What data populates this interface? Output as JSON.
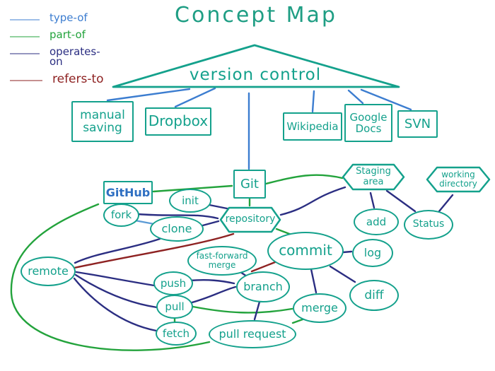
{
  "title": "Concept Map",
  "legend": {
    "items": [
      {
        "id": "type-of",
        "label": "type-of",
        "color": "#3c7dd0"
      },
      {
        "id": "part-of",
        "label": "part-of",
        "color": "#23a33c"
      },
      {
        "id": "operates-on",
        "label": "operates-on",
        "color": "#2b2e82"
      },
      {
        "id": "refers-to",
        "label": "refers-to",
        "color": "#8e2222"
      }
    ]
  },
  "nodes": {
    "version_control": {
      "label": "version control",
      "shape": "triangle"
    },
    "manual_saving": {
      "label": "manual saving",
      "shape": "rect"
    },
    "dropbox": {
      "label": "Dropbox",
      "shape": "rect"
    },
    "wikipedia": {
      "label": "Wikipedia",
      "shape": "rect"
    },
    "google_docs": {
      "label": "Google Docs",
      "shape": "rect"
    },
    "svn": {
      "label": "SVN",
      "shape": "rect"
    },
    "git": {
      "label": "Git",
      "shape": "rect"
    },
    "github": {
      "label": "GitHub",
      "shape": "rect"
    },
    "init": {
      "label": "init",
      "shape": "ellipse"
    },
    "fork": {
      "label": "fork",
      "shape": "ellipse"
    },
    "clone": {
      "label": "clone",
      "shape": "ellipse"
    },
    "repository": {
      "label": "repository",
      "shape": "hexagon"
    },
    "staging_area": {
      "label": "Staging area",
      "shape": "hexagon"
    },
    "working_directory": {
      "label": "working directory",
      "shape": "hexagon"
    },
    "add": {
      "label": "add",
      "shape": "ellipse"
    },
    "status": {
      "label": "Status",
      "shape": "ellipse"
    },
    "log": {
      "label": "log",
      "shape": "ellipse"
    },
    "diff": {
      "label": "diff",
      "shape": "ellipse"
    },
    "commit": {
      "label": "commit",
      "shape": "ellipse"
    },
    "merge": {
      "label": "merge",
      "shape": "ellipse"
    },
    "fast_forward_merge": {
      "label": "fast-forward merge",
      "shape": "ellipse"
    },
    "push": {
      "label": "push",
      "shape": "ellipse"
    },
    "pull": {
      "label": "pull",
      "shape": "ellipse"
    },
    "fetch": {
      "label": "fetch",
      "shape": "ellipse"
    },
    "branch": {
      "label": "branch",
      "shape": "ellipse"
    },
    "pull_request": {
      "label": "pull request",
      "shape": "ellipse"
    },
    "remote": {
      "label": "remote",
      "shape": "ellipse"
    }
  },
  "edges": [
    {
      "from": "manual_saving",
      "to": "version_control",
      "type": "type-of"
    },
    {
      "from": "dropbox",
      "to": "version_control",
      "type": "type-of"
    },
    {
      "from": "wikipedia",
      "to": "version_control",
      "type": "type-of"
    },
    {
      "from": "google_docs",
      "to": "version_control",
      "type": "type-of"
    },
    {
      "from": "svn",
      "to": "version_control",
      "type": "type-of"
    },
    {
      "from": "git",
      "to": "version_control",
      "type": "type-of"
    },
    {
      "from": "fork",
      "to": "clone",
      "type": "type-of"
    },
    {
      "from": "fork",
      "to": "github",
      "type": "part-of"
    },
    {
      "from": "git",
      "to": "github",
      "type": "part-of"
    },
    {
      "from": "repository",
      "to": "git",
      "type": "part-of"
    },
    {
      "from": "staging_area",
      "to": "git",
      "type": "part-of"
    },
    {
      "from": "commit",
      "to": "repository",
      "type": "part-of"
    },
    {
      "from": "fetch",
      "to": "pull",
      "type": "part-of"
    },
    {
      "from": "merge",
      "to": "pull",
      "type": "part-of"
    },
    {
      "from": "merge",
      "to": "pull_request",
      "type": "part-of"
    },
    {
      "from": "pull_request",
      "to": "github",
      "type": "part-of"
    },
    {
      "from": "init",
      "to": "repository",
      "type": "operates-on"
    },
    {
      "from": "fork",
      "to": "repository",
      "type": "operates-on"
    },
    {
      "from": "clone",
      "to": "repository",
      "type": "operates-on"
    },
    {
      "from": "clone",
      "to": "remote",
      "type": "operates-on"
    },
    {
      "from": "push",
      "to": "remote",
      "type": "operates-on"
    },
    {
      "from": "pull",
      "to": "remote",
      "type": "operates-on"
    },
    {
      "from": "fetch",
      "to": "remote",
      "type": "operates-on"
    },
    {
      "from": "push",
      "to": "branch",
      "type": "operates-on"
    },
    {
      "from": "pull",
      "to": "branch",
      "type": "operates-on"
    },
    {
      "from": "repository",
      "to": "staging_area",
      "type": "operates-on"
    },
    {
      "from": "add",
      "to": "staging_area",
      "type": "operates-on"
    },
    {
      "from": "status",
      "to": "staging_area",
      "type": "operates-on"
    },
    {
      "from": "status",
      "to": "working_directory",
      "type": "operates-on"
    },
    {
      "from": "log",
      "to": "commit",
      "type": "operates-on"
    },
    {
      "from": "diff",
      "to": "commit",
      "type": "operates-on"
    },
    {
      "from": "merge",
      "to": "commit",
      "type": "operates-on"
    },
    {
      "from": "fast_forward_merge",
      "to": "branch",
      "type": "operates-on"
    },
    {
      "from": "pull_request",
      "to": "branch",
      "type": "operates-on"
    },
    {
      "from": "remote",
      "to": "repository",
      "type": "refers-to"
    },
    {
      "from": "branch",
      "to": "commit",
      "type": "refers-to"
    }
  ],
  "colors": {
    "teal": "#14a18c",
    "blue": "#3c7dd0",
    "green": "#23a33c",
    "navy": "#2b2e82",
    "red": "#8e2222",
    "github_text": "#2e6fc2"
  }
}
